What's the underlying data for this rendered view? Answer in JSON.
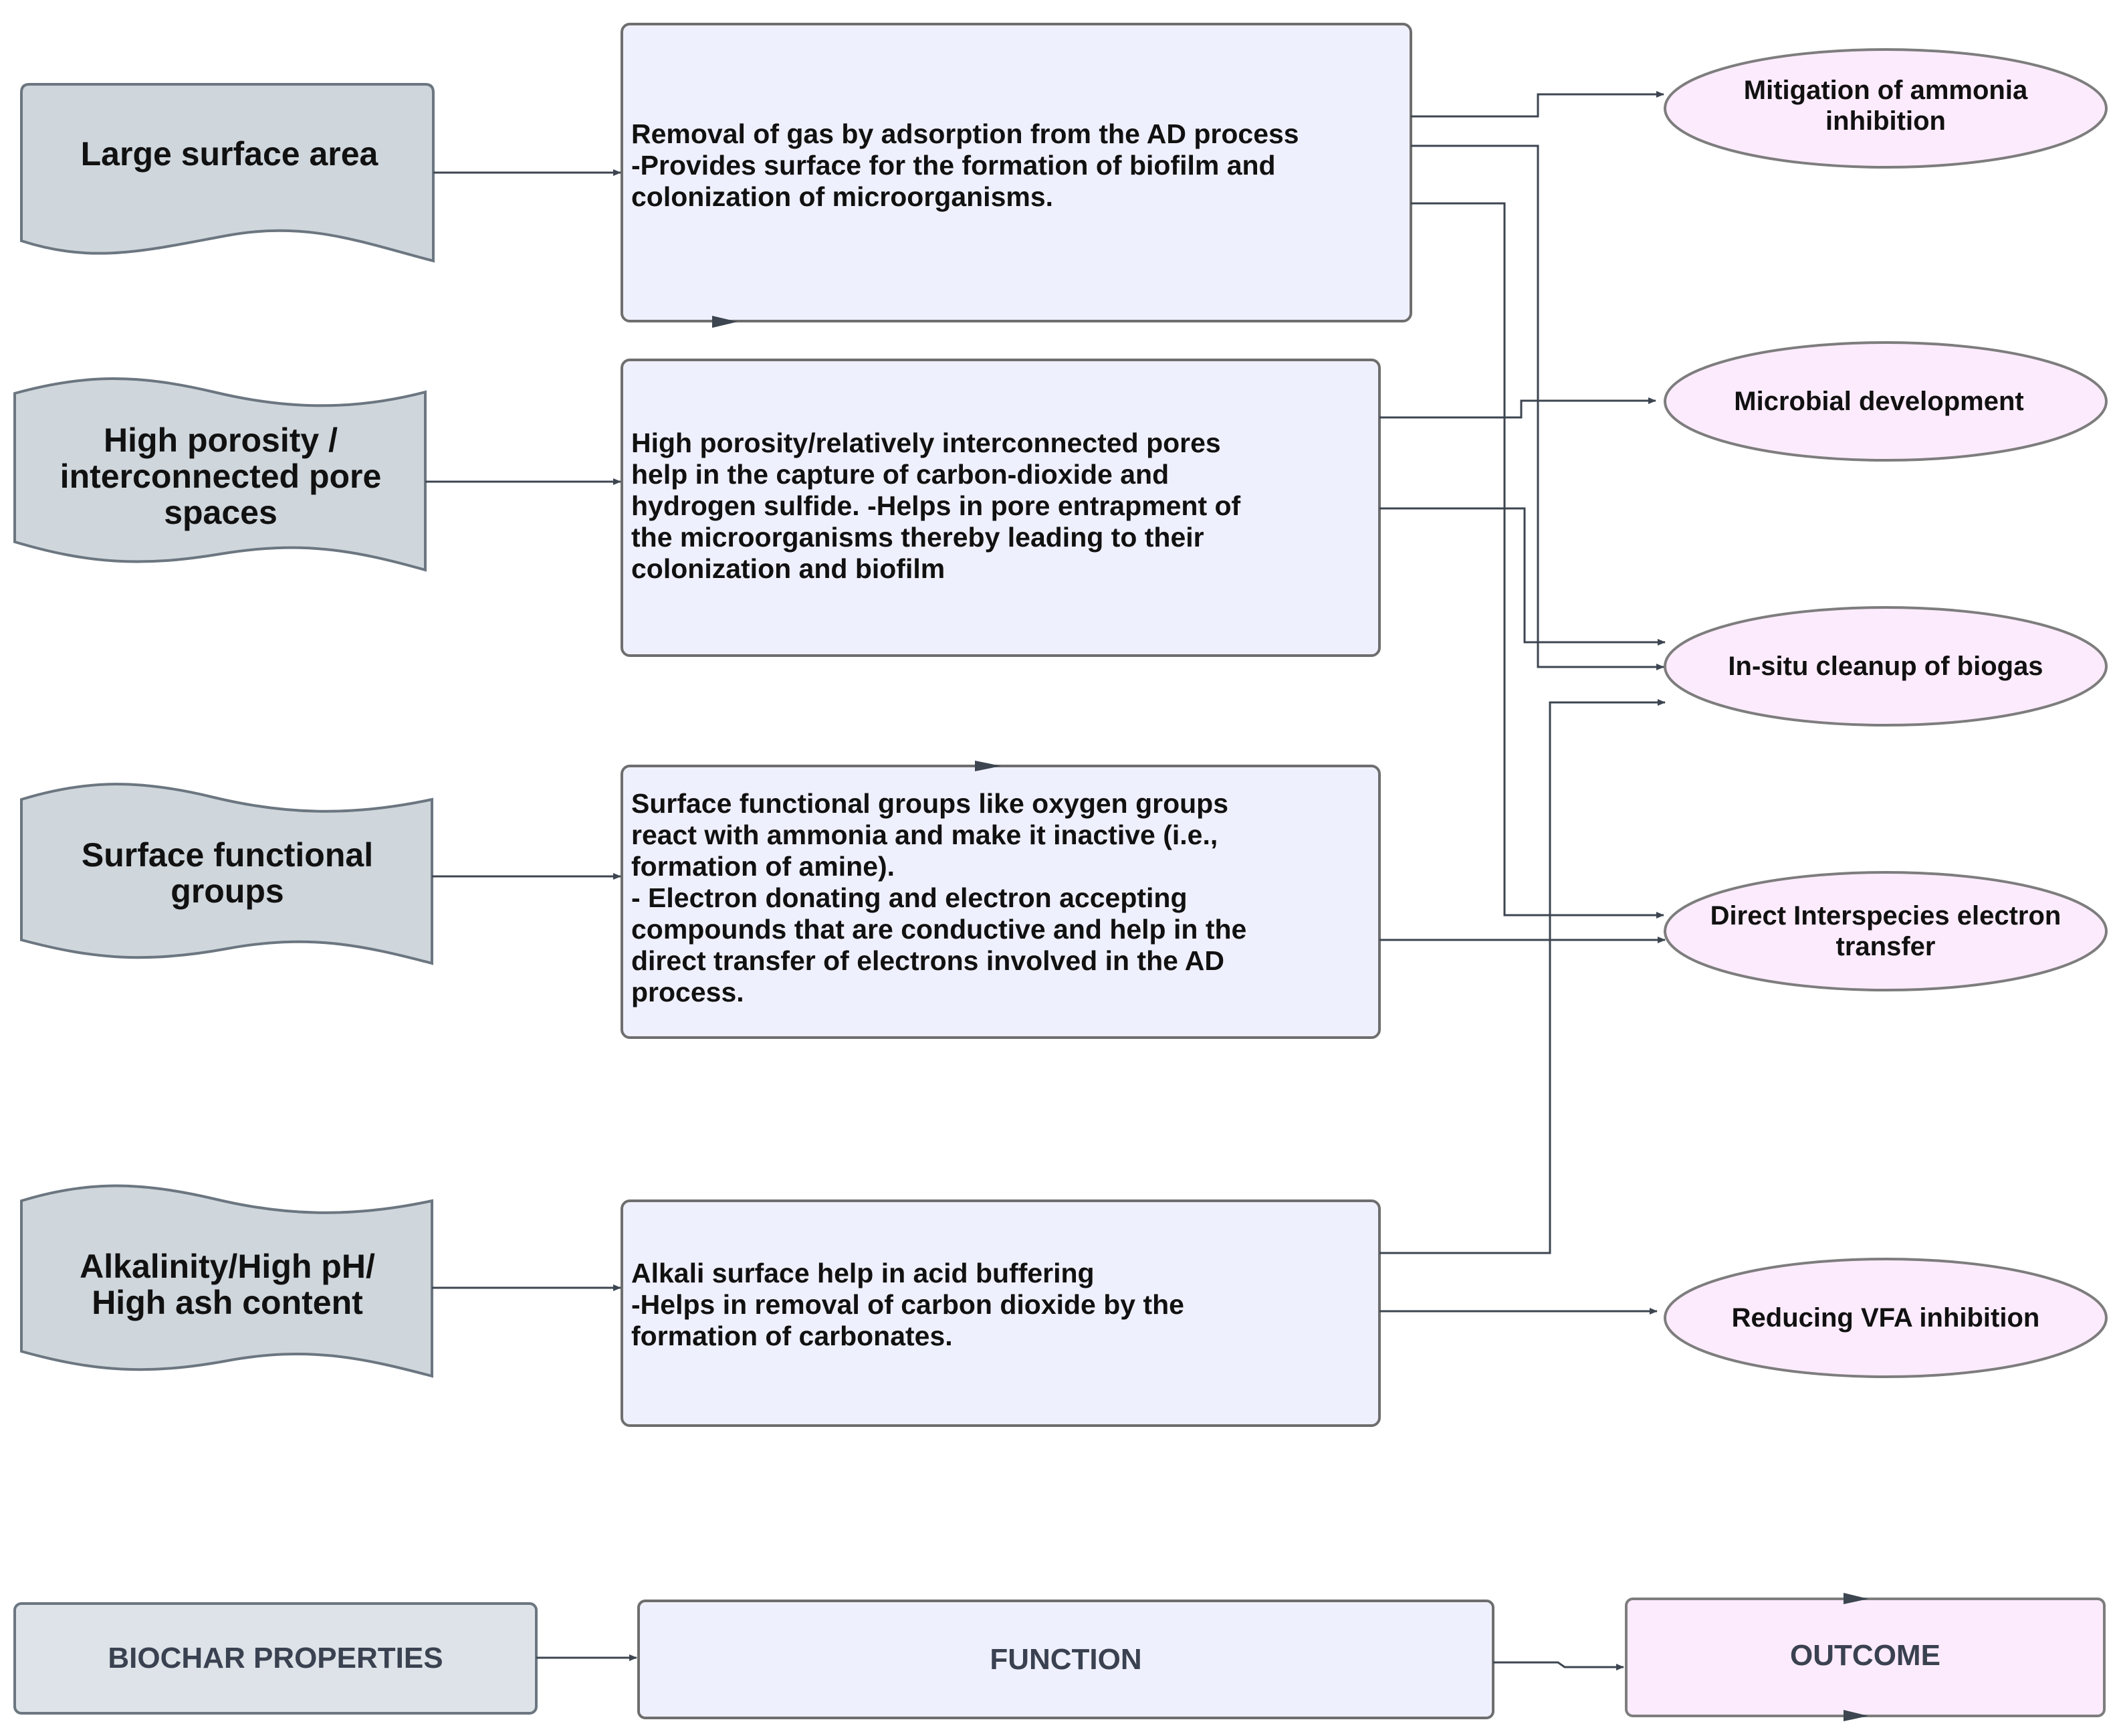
{
  "colors": {
    "property_fill": "#cfd6dc",
    "property_stroke": "#6b7680",
    "function_fill": "#eff0fd",
    "function_stroke": "#6e6e6e",
    "outcome_fill": "#fcebfc",
    "outcome_stroke": "#7d7d7d",
    "legend_property_fill": "#dde3e8",
    "arrow": "#3c4550"
  },
  "properties": [
    {
      "id": "surface",
      "label": "Large surface area"
    },
    {
      "id": "porosity",
      "label": "High porosity / interconnected pore spaces"
    },
    {
      "id": "functional",
      "label": "Surface functional groups"
    },
    {
      "id": "alkalinity",
      "label": "Alkalinity/High pH/ High ash content"
    }
  ],
  "functions": [
    {
      "id": "f1",
      "text": "Removal of gas by adsorption from the AD process\n-Provides surface for the formation of biofilm and\ncolonization of microorganisms."
    },
    {
      "id": "f2",
      "text": "High porosity/relatively interconnected pores\nhelp in the capture of carbon-dioxide and\nhydrogen sulfide.     -Helps in pore entrapment of\nthe microorganisms thereby leading to their\ncolonization and biofilm"
    },
    {
      "id": "f3",
      "text": "Surface functional groups like oxygen groups\nreact with ammonia and make it inactive (i.e.,\nformation of amine).\n- Electron donating and electron accepting\ncompounds that are conductive and help in the\ndirect transfer of electrons involved in the AD\nprocess."
    },
    {
      "id": "f4",
      "text": "Alkali surface help in acid buffering\n-Helps in removal of carbon dioxide by the\nformation of carbonates."
    }
  ],
  "outcomes": [
    {
      "id": "o1",
      "label": "Mitigation of ammonia inhibition"
    },
    {
      "id": "o2",
      "label": "Microbial development"
    },
    {
      "id": "o3",
      "label": "In-situ cleanup of biogas"
    },
    {
      "id": "o4",
      "label": "Direct Interspecies electron transfer"
    },
    {
      "id": "o5",
      "label": "Reducing VFA inhibition"
    }
  ],
  "legend": {
    "properties": "BIOCHAR PROPERTIES",
    "function": "FUNCTION",
    "outcome": "OUTCOME"
  }
}
